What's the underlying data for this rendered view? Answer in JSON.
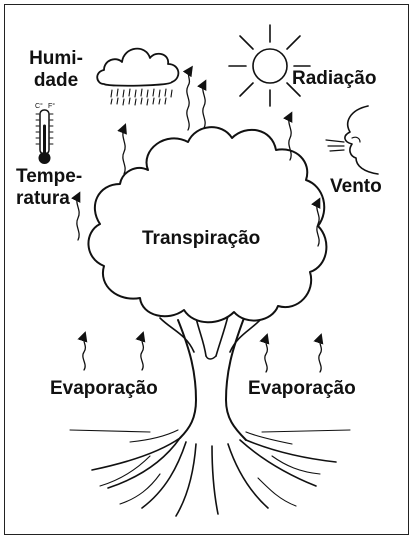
{
  "labels": {
    "humidity_line1": "Humi-",
    "humidity_line2": "dade",
    "radiation": "Radiação",
    "temperature_line1": "Tempe-",
    "temperature_line2": "ratura",
    "wind": "Vento",
    "transpiration": "Transpiração",
    "evaporation_left": "Evaporação",
    "evaporation_right": "Evaporação"
  },
  "icons": [
    "cloud-rain-icon",
    "sun-icon",
    "thermometer-icon",
    "wind-face-icon",
    "tree-icon",
    "wavy-arrow-icon"
  ],
  "thermometer_scale": {
    "celsius": "C°",
    "fahrenheit": "F°"
  },
  "colors": {
    "ink": "#111111",
    "background": "#ffffff"
  }
}
